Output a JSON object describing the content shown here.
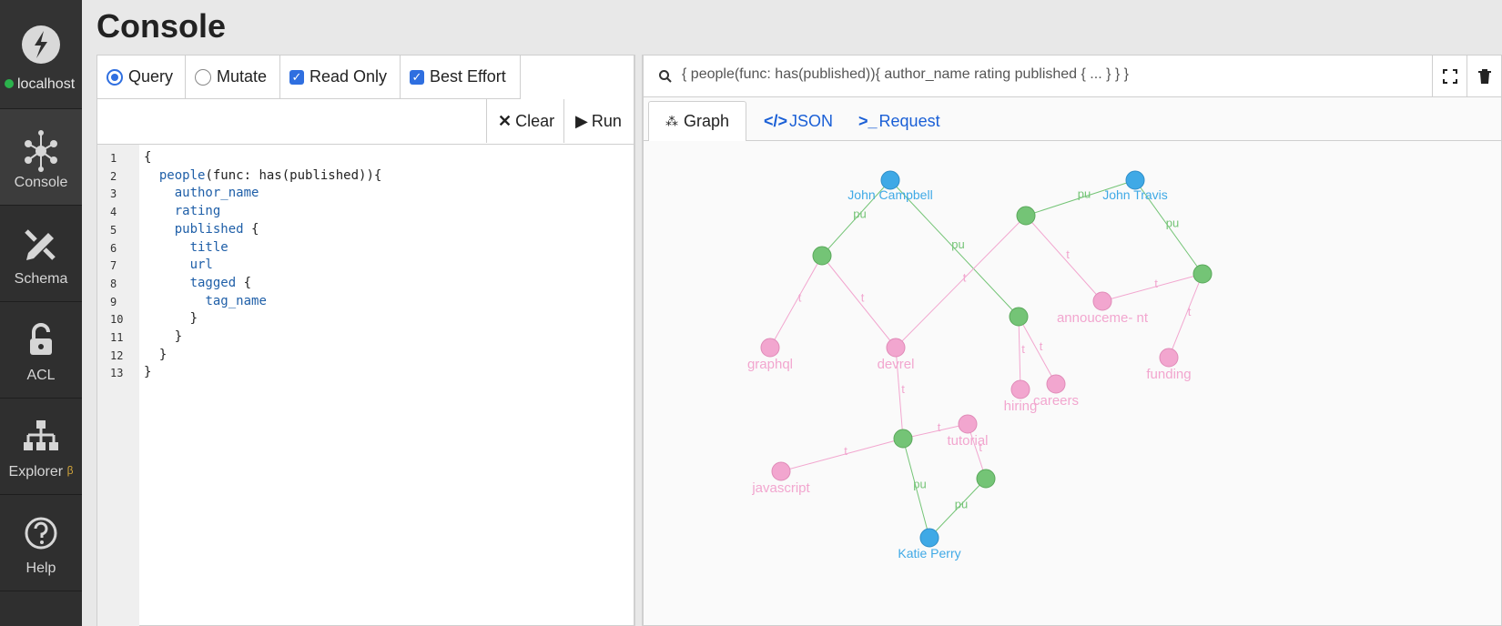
{
  "sidebar": {
    "host_label": "localhost",
    "items": [
      {
        "label": "Console",
        "icon": "console-icon"
      },
      {
        "label": "Schema",
        "icon": "schema-icon"
      },
      {
        "label": "ACL",
        "icon": "lock-icon"
      },
      {
        "label": "Explorer",
        "icon": "explorer-icon",
        "badge": "β"
      },
      {
        "label": "Help",
        "icon": "help-icon"
      }
    ]
  },
  "header": {
    "title": "Console"
  },
  "editor": {
    "options": {
      "query": "Query",
      "mutate": "Mutate",
      "read_only": "Read Only",
      "best_effort": "Best Effort"
    },
    "selected_mode": "Query",
    "read_only_checked": true,
    "best_effort_checked": true,
    "clear_label": "Clear",
    "run_label": "Run",
    "line_numbers": [
      "1",
      "2",
      "3",
      "4",
      "5",
      "6",
      "7",
      "8",
      "9",
      "10",
      "11",
      "12",
      "13"
    ],
    "lines": [
      "{",
      "  people(func: has(published)){",
      "    author_name",
      "    rating",
      "    published {",
      "      title",
      "      url",
      "      tagged {",
      "        tag_name",
      "      }",
      "    }",
      "  }",
      "}"
    ]
  },
  "results": {
    "query_summary": "{ people(func: has(published)){ author_name rating published { ... } } }",
    "tabs": [
      {
        "label": "Graph",
        "icon": "graph-icon"
      },
      {
        "label": "JSON",
        "icon": "code-icon"
      },
      {
        "label": "Request",
        "icon": "terminal-icon"
      }
    ],
    "active_tab": "Graph"
  },
  "graph": {
    "colors": {
      "person": "#3fa9e6",
      "post": "#74c476",
      "tag": "#f2a6cf",
      "person_edge": "#74c476",
      "tag_edge": "#f2a6cf"
    },
    "people": [
      "John Campbell",
      "John Travis",
      "Katie Perry"
    ],
    "tags": [
      "graphql",
      "devrel",
      "annouceme- nt",
      "funding",
      "hiring",
      "careers",
      "tutorial",
      "javascript"
    ],
    "edge_labels": {
      "published": "pu",
      "tagged": "t"
    }
  }
}
